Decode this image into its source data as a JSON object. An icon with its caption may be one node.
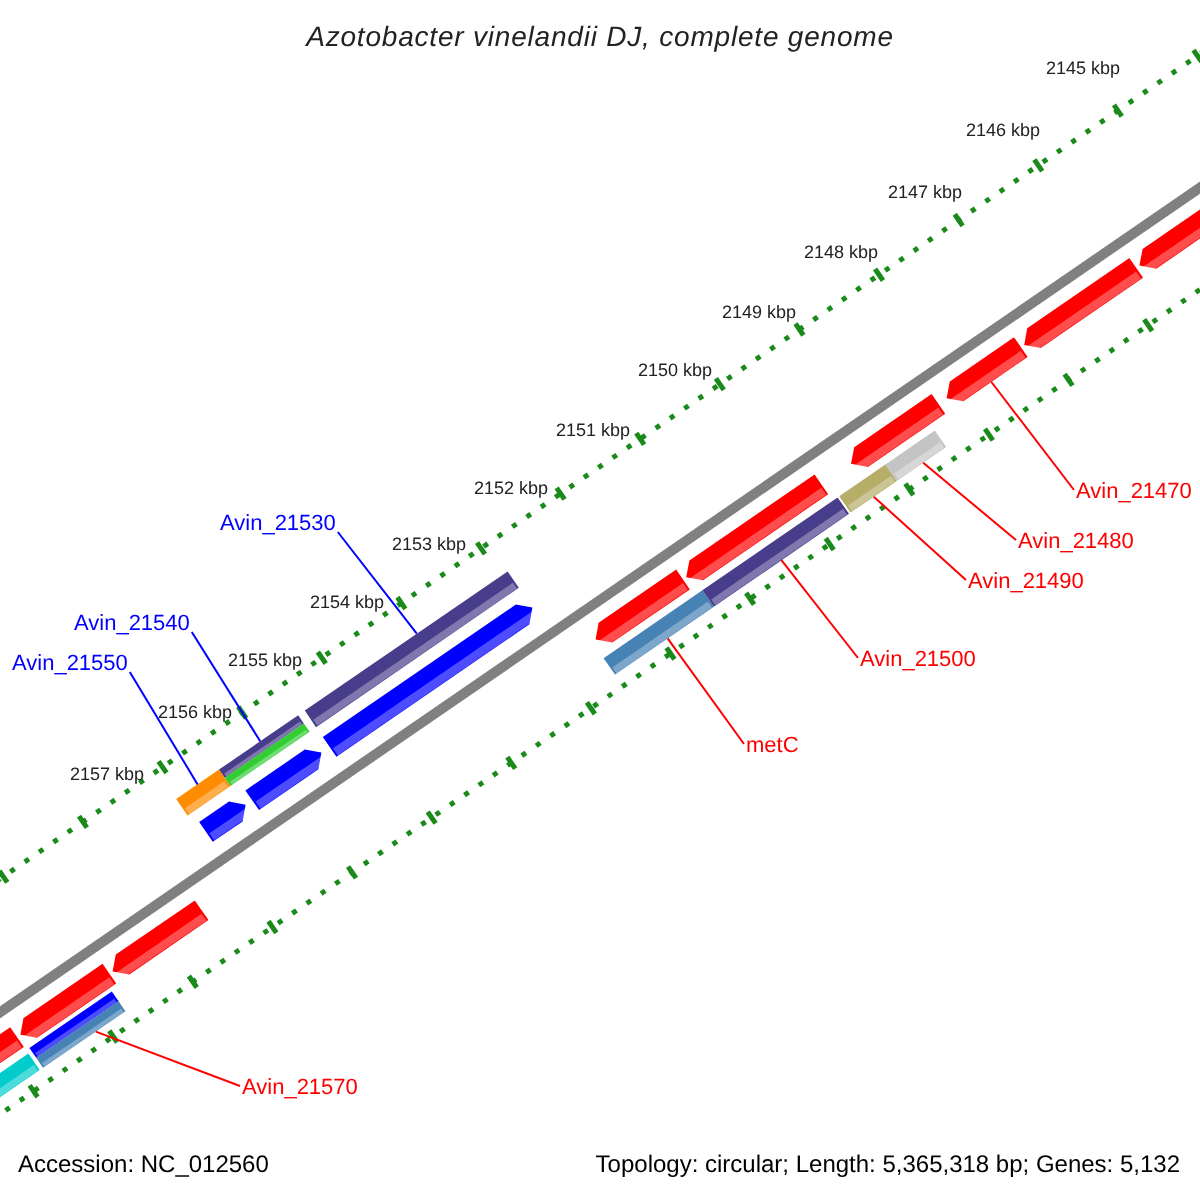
{
  "diagram": {
    "title": "Azotobacter vinelandii DJ, complete genome",
    "nodes": [
      {
        "text": [
          "Avin_21470"
        ]
      },
      {
        "text": [
          "Avin_21530"
        ]
      },
      {
        "text": [
          "Avin_21480"
        ]
      },
      {
        "text": [
          "Avin_21490"
        ]
      },
      {
        "text": [
          "Avin_21540"
        ]
      },
      {
        "text": [
          "Avin_21500"
        ]
      },
      {
        "text": [
          "Avin_21550"
        ]
      },
      {
        "text": [
          "metC"
        ]
      },
      {
        "text": [
          "Avin_21570"
        ]
      },
      {
        "text": [],
        "shape": "bar"
      },
      {
        "text": [],
        "shape": "bar"
      },
      {
        "text": [],
        "shape": "bar"
      },
      {
        "text": [],
        "shape": "bar"
      },
      {
        "text": [],
        "shape": "bar"
      },
      {
        "text": [],
        "shape": "bar"
      },
      {
        "text": [],
        "shape": "bar"
      },
      {
        "text": [],
        "shape": "bar"
      },
      {
        "text": [],
        "shape": "bar"
      }
    ],
    "edges": [
      {
        "from": 0,
        "to": 17,
        "arrow": "none"
      },
      {
        "from": 1,
        "to": 12,
        "arrow": "none",
        "color": "#0000ff"
      },
      {
        "from": 2,
        "to": 16,
        "arrow": "none"
      },
      {
        "from": 3,
        "to": 15,
        "arrow": "none"
      },
      {
        "from": 4,
        "to": 11,
        "arrow": "none",
        "color": "#0000ff"
      },
      {
        "from": 5,
        "to": 14,
        "arrow": "none"
      },
      {
        "from": 6,
        "to": 10,
        "arrow": "none",
        "color": "#0000ff"
      },
      {
        "from": 7,
        "to": 13,
        "arrow": "none"
      },
      {
        "from": 8,
        "to": 9,
        "arrow": "none"
      }
    ],
    "labels": [
      "2145 kbp",
      "2146 kbp",
      "2147 kbp",
      "2148 kbp",
      "2149 kbp",
      "2150 kbp",
      "2151 kbp",
      "2152 kbp",
      "2153 kbp",
      "2154 kbp",
      "2155 kbp",
      "2156 kbp",
      "2157 kbp",
      "Accession: NC_012560",
      "Topology: circular; Length: 5,365,318 bp; Genes: 5,132"
    ]
  }
}
